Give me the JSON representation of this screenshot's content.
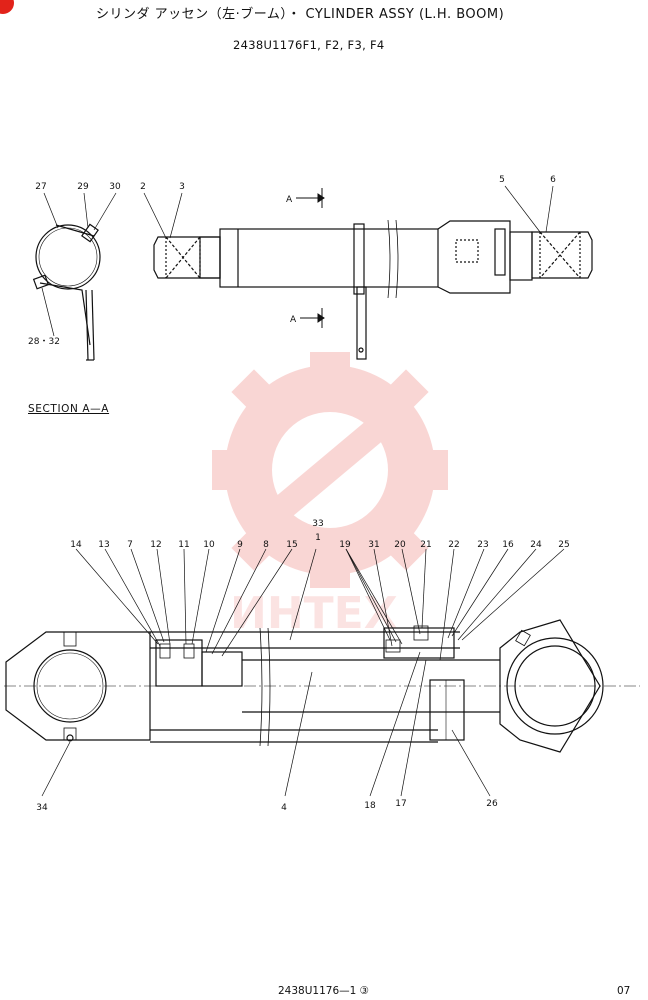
{
  "title": "シリンダ アッセン（左·ブーム）・ CYLINDER ASSY (L.H. BOOM)",
  "subtitle": "2438U1176F1, F2, F3, F4",
  "section_label": "SECTION  A—A",
  "view_marker": "A",
  "footer_code": "2438U1176—1 ③",
  "page_number": "07",
  "watermark_text": "ИНТЕХ",
  "colors": {
    "line": "#111111",
    "watermark": "#e2231a",
    "corner_mark": "#e2231a"
  },
  "top_callouts": [
    "27",
    "29",
    "30",
    "2",
    "3",
    "5",
    "6",
    "28・32"
  ],
  "section_callouts_top": [
    "14",
    "13",
    "7",
    "12",
    "11",
    "10",
    "9",
    "8",
    "15",
    "33",
    "1",
    "19",
    "31",
    "20",
    "21",
    "22",
    "23",
    "16",
    "24",
    "25"
  ],
  "section_callouts_bottom": [
    "34",
    "4",
    "18",
    "17",
    "26"
  ]
}
